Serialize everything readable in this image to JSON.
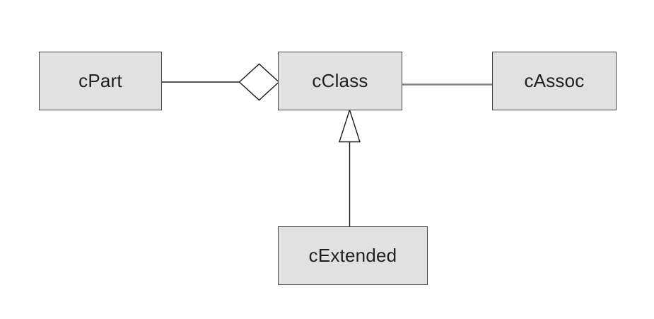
{
  "diagram": {
    "type": "uml-class-diagram",
    "nodes": [
      {
        "id": "cPart",
        "label": "cPart"
      },
      {
        "id": "cClass",
        "label": "cClass"
      },
      {
        "id": "cAssoc",
        "label": "cAssoc"
      },
      {
        "id": "cExtended",
        "label": "cExtended"
      }
    ],
    "connectors": [
      {
        "from": "cPart",
        "to": "cClass",
        "type": "aggregation",
        "marker": "hollow-diamond-at-cClass-end"
      },
      {
        "from": "cClass",
        "to": "cAssoc",
        "type": "association",
        "marker": "none"
      },
      {
        "from": "cExtended",
        "to": "cClass",
        "type": "generalization",
        "marker": "hollow-triangle-at-cClass-end"
      }
    ],
    "colors": {
      "background": "#ffffff",
      "box_fill": "#e1e1e1",
      "box_border": "#464646",
      "text": "#1f1f1f",
      "connector_dark": "#1a1a1a",
      "association_gray": "#808080",
      "marker_fill": "#ffffff"
    }
  }
}
